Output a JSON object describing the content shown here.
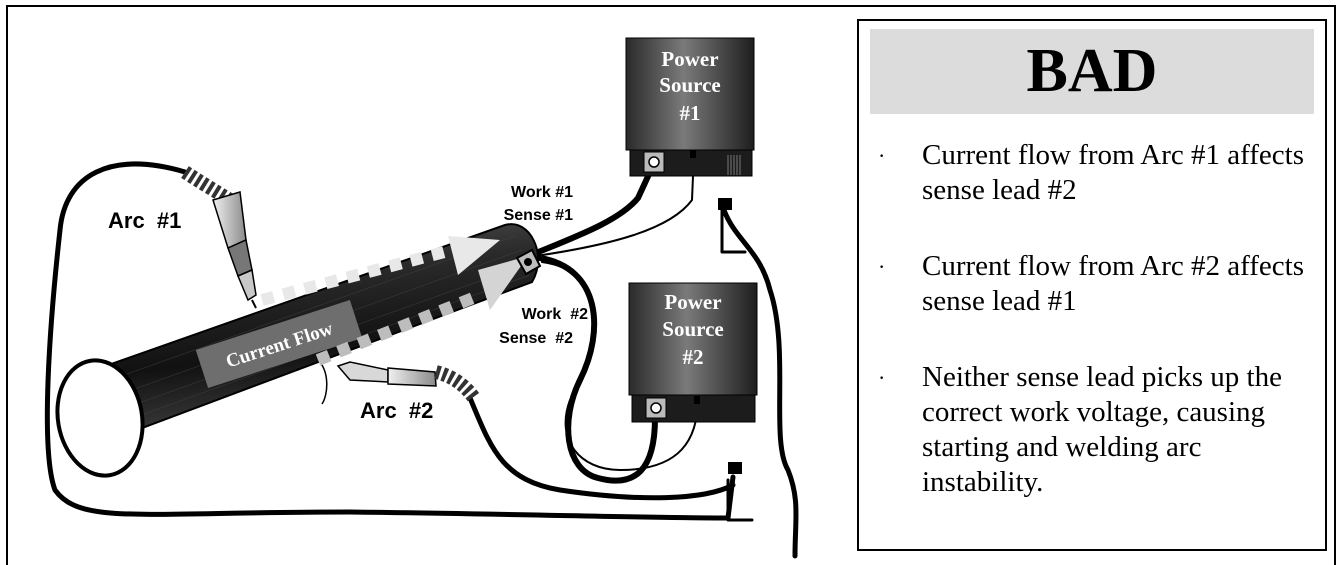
{
  "diagram": {
    "power_source_1": [
      "Power",
      "Source",
      "#1"
    ],
    "power_source_2": [
      "Power",
      "Source",
      "#2"
    ],
    "arc1_label": "Arc  #1",
    "arc2_label": "Arc  #2",
    "work1_label": "Work #1",
    "sense1_label": "Sense #1",
    "work2_label": "Work  #2",
    "sense2_label": "Sense  #2",
    "current_flow_label": "Current Flow"
  },
  "panel": {
    "title": "BAD",
    "bullet_glyph": "·",
    "bullets": [
      "Current flow from Arc #1 affects sense lead #2",
      "Current flow from Arc #2 affects sense lead #1",
      "Neither sense lead picks up the correct work voltage, causing starting and welding arc instability."
    ]
  }
}
